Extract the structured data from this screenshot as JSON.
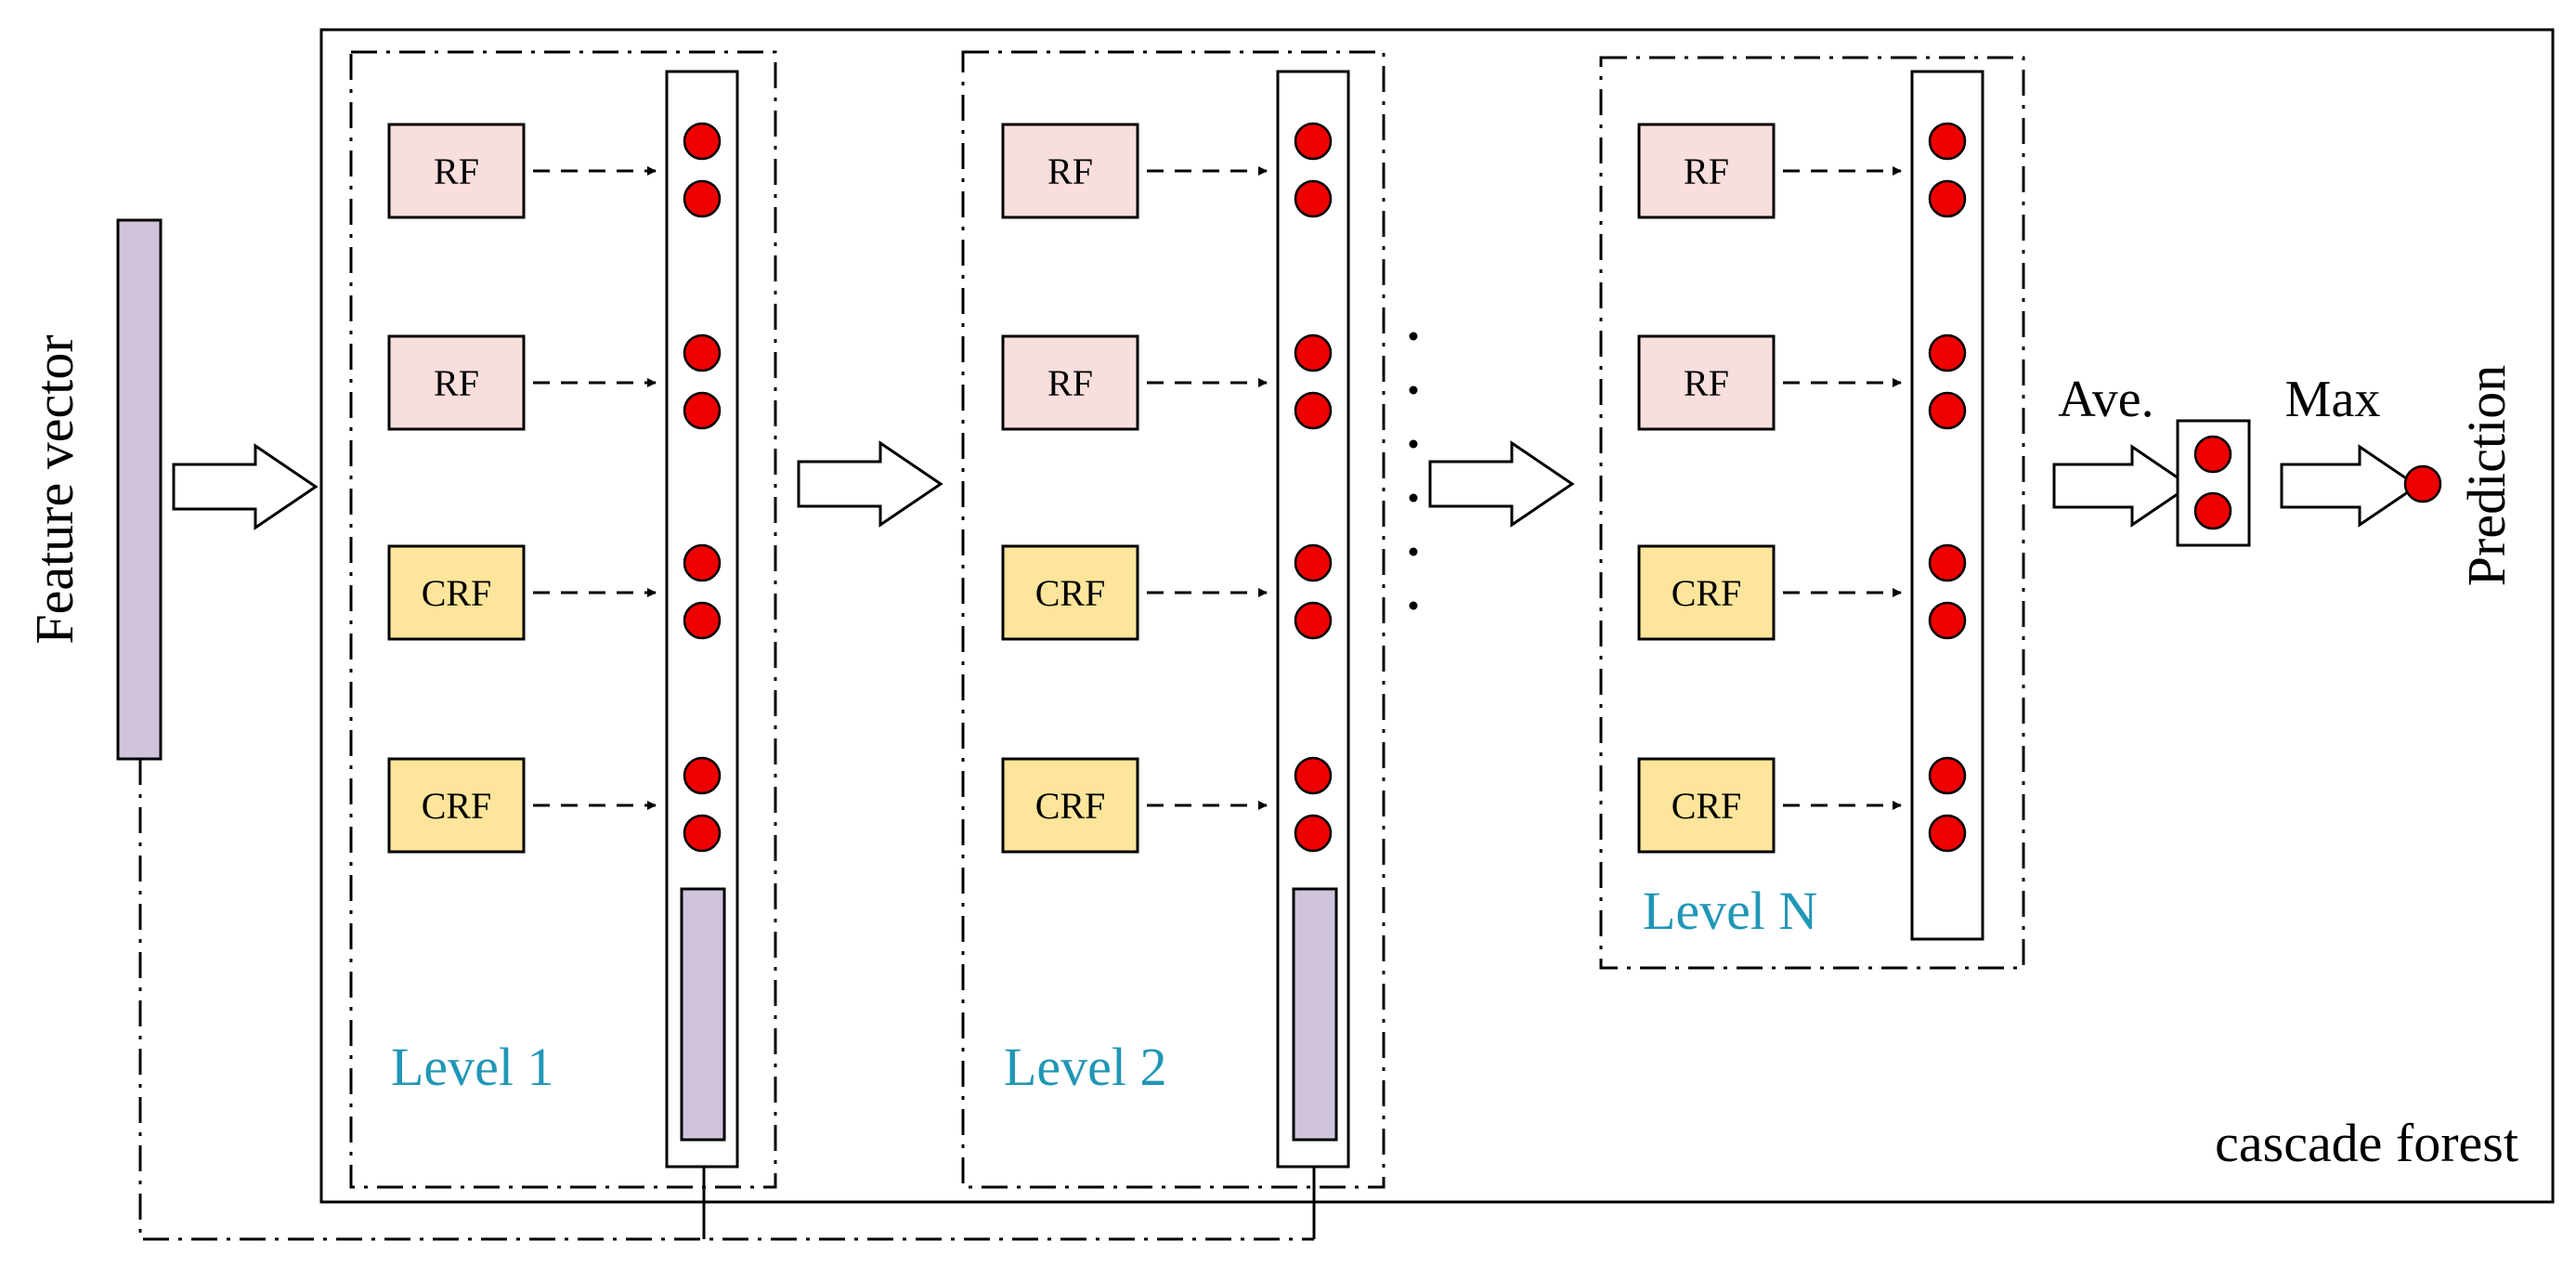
{
  "labels": {
    "feature_vector": "Feature vector",
    "cascade_forest": "cascade forest",
    "average": "Ave.",
    "max": "Max",
    "prediction": "Prediction"
  },
  "levels": [
    {
      "label": "Level 1",
      "forests": [
        "RF",
        "RF",
        "CRF",
        "CRF"
      ],
      "has_feature_concat": true
    },
    {
      "label": "Level 2",
      "forests": [
        "RF",
        "RF",
        "CRF",
        "CRF"
      ],
      "has_feature_concat": true
    },
    {
      "label": "Level N",
      "forests": [
        "RF",
        "RF",
        "CRF",
        "CRF"
      ],
      "has_feature_concat": false
    }
  ],
  "colors": {
    "rf_fill": "#f8dedd",
    "crf_fill": "#fde59b",
    "feature_fill": "#d0c4dc",
    "dot_fill": "#ee0000",
    "level_label": "#2196b6",
    "line": "#000000"
  }
}
